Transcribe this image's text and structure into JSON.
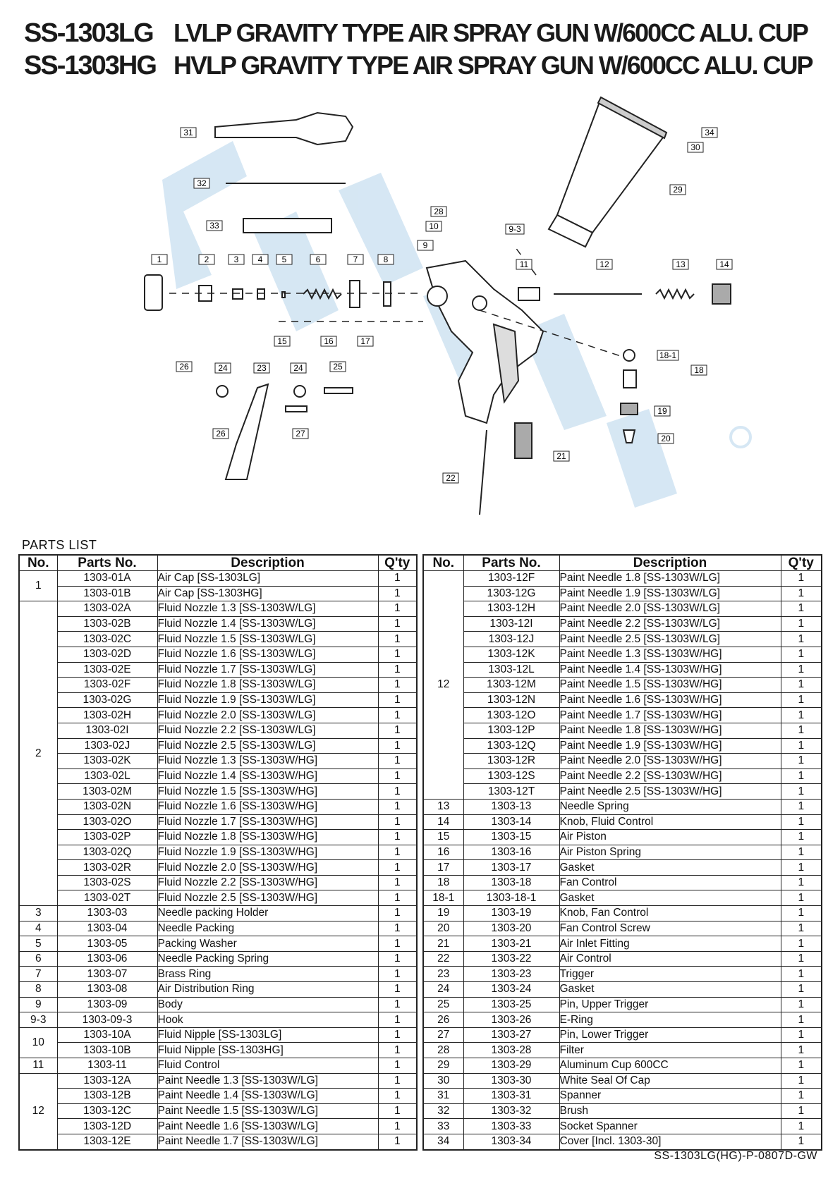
{
  "header": {
    "rows": [
      {
        "model": "SS-1303LG",
        "title": "LVLP GRAVITY TYPE AIR SPRAY GUN W/600CC ALU. CUP"
      },
      {
        "model": "SS-1303HG",
        "title": "HVLP GRAVITY TYPE AIR SPRAY GUN W/600CC ALU. CUP"
      }
    ]
  },
  "diagram": {
    "callouts": [
      "1",
      "2",
      "3",
      "4",
      "5",
      "6",
      "7",
      "8",
      "9",
      "9-3",
      "10",
      "11",
      "12",
      "13",
      "14",
      "15",
      "16",
      "17",
      "18",
      "18-1",
      "19",
      "20",
      "21",
      "22",
      "23",
      "24",
      "24",
      "25",
      "26",
      "26",
      "27",
      "28",
      "29",
      "30",
      "31",
      "32",
      "33",
      "34"
    ],
    "watermark_color": "#cfe3f2"
  },
  "parts_list_label": "PARTS LIST",
  "columns": {
    "no": "No.",
    "parts_no": "Parts No.",
    "description": "Description",
    "qty": "Q'ty"
  },
  "left_rows": [
    {
      "no": "1",
      "span": 2,
      "part": "1303-01A",
      "desc": "Air Cap [SS-1303LG]",
      "qty": "1"
    },
    {
      "part": "1303-01B",
      "desc": "Air Cap [SS-1303HG]",
      "qty": "1"
    },
    {
      "no": "2",
      "span": 20,
      "part": "1303-02A",
      "desc": "Fluid Nozzle 1.3 [SS-1303W/LG]",
      "qty": "1"
    },
    {
      "part": "1303-02B",
      "desc": "Fluid Nozzle 1.4 [SS-1303W/LG]",
      "qty": "1"
    },
    {
      "part": "1303-02C",
      "desc": "Fluid Nozzle 1.5 [SS-1303W/LG]",
      "qty": "1"
    },
    {
      "part": "1303-02D",
      "desc": "Fluid Nozzle 1.6 [SS-1303W/LG]",
      "qty": "1"
    },
    {
      "part": "1303-02E",
      "desc": "Fluid Nozzle 1.7 [SS-1303W/LG]",
      "qty": "1"
    },
    {
      "part": "1303-02F",
      "desc": "Fluid Nozzle 1.8 [SS-1303W/LG]",
      "qty": "1"
    },
    {
      "part": "1303-02G",
      "desc": "Fluid Nozzle 1.9 [SS-1303W/LG]",
      "qty": "1"
    },
    {
      "part": "1303-02H",
      "desc": "Fluid Nozzle 2.0 [SS-1303W/LG]",
      "qty": "1"
    },
    {
      "part": "1303-02I",
      "desc": "Fluid Nozzle 2.2 [SS-1303W/LG]",
      "qty": "1"
    },
    {
      "part": "1303-02J",
      "desc": "Fluid Nozzle 2.5 [SS-1303W/LG]",
      "qty": "1"
    },
    {
      "part": "1303-02K",
      "desc": "Fluid Nozzle 1.3 [SS-1303W/HG]",
      "qty": "1"
    },
    {
      "part": "1303-02L",
      "desc": "Fluid Nozzle 1.4 [SS-1303W/HG]",
      "qty": "1"
    },
    {
      "part": "1303-02M",
      "desc": "Fluid Nozzle 1.5 [SS-1303W/HG]",
      "qty": "1"
    },
    {
      "part": "1303-02N",
      "desc": "Fluid Nozzle 1.6 [SS-1303W/HG]",
      "qty": "1"
    },
    {
      "part": "1303-02O",
      "desc": "Fluid Nozzle 1.7 [SS-1303W/HG]",
      "qty": "1"
    },
    {
      "part": "1303-02P",
      "desc": "Fluid Nozzle 1.8 [SS-1303W/HG]",
      "qty": "1"
    },
    {
      "part": "1303-02Q",
      "desc": "Fluid Nozzle 1.9 [SS-1303W/HG]",
      "qty": "1"
    },
    {
      "part": "1303-02R",
      "desc": "Fluid Nozzle 2.0 [SS-1303W/HG]",
      "qty": "1"
    },
    {
      "part": "1303-02S",
      "desc": "Fluid Nozzle 2.2 [SS-1303W/HG]",
      "qty": "1"
    },
    {
      "part": "1303-02T",
      "desc": "Fluid Nozzle 2.5 [SS-1303W/HG]",
      "qty": "1"
    },
    {
      "no": "3",
      "span": 1,
      "part": "1303-03",
      "desc": "Needle packing Holder",
      "qty": "1"
    },
    {
      "no": "4",
      "span": 1,
      "part": "1303-04",
      "desc": "Needle Packing",
      "qty": "1"
    },
    {
      "no": "5",
      "span": 1,
      "part": "1303-05",
      "desc": "Packing Washer",
      "qty": "1"
    },
    {
      "no": "6",
      "span": 1,
      "part": "1303-06",
      "desc": "Needle Packing Spring",
      "qty": "1"
    },
    {
      "no": "7",
      "span": 1,
      "part": "1303-07",
      "desc": "Brass Ring",
      "qty": "1"
    },
    {
      "no": "8",
      "span": 1,
      "part": "1303-08",
      "desc": "Air Distribution Ring",
      "qty": "1"
    },
    {
      "no": "9",
      "span": 1,
      "part": "1303-09",
      "desc": "Body",
      "qty": "1"
    },
    {
      "no": "9-3",
      "span": 1,
      "part": "1303-09-3",
      "desc": "Hook",
      "qty": "1"
    },
    {
      "no": "10",
      "span": 2,
      "part": "1303-10A",
      "desc": "Fluid Nipple [SS-1303LG]",
      "qty": "1"
    },
    {
      "part": "1303-10B",
      "desc": "Fluid Nipple [SS-1303HG]",
      "qty": "1"
    },
    {
      "no": "11",
      "span": 1,
      "part": "1303-11",
      "desc": "Fluid Control",
      "qty": "1"
    },
    {
      "no": "12",
      "span": 5,
      "part": "1303-12A",
      "desc": "Paint Needle 1.3 [SS-1303W/LG]",
      "qty": "1"
    },
    {
      "part": "1303-12B",
      "desc": "Paint Needle 1.4 [SS-1303W/LG]",
      "qty": "1"
    },
    {
      "part": "1303-12C",
      "desc": "Paint Needle 1.5 [SS-1303W/LG]",
      "qty": "1"
    },
    {
      "part": "1303-12D",
      "desc": "Paint Needle 1.6 [SS-1303W/LG]",
      "qty": "1"
    },
    {
      "part": "1303-12E",
      "desc": "Paint Needle 1.7 [SS-1303W/LG]",
      "qty": "1"
    }
  ],
  "right_rows": [
    {
      "no": "12",
      "span": 15,
      "part": "1303-12F",
      "desc": "Paint Needle 1.8 [SS-1303W/LG]",
      "qty": "1"
    },
    {
      "part": "1303-12G",
      "desc": "Paint Needle 1.9 [SS-1303W/LG]",
      "qty": "1"
    },
    {
      "part": "1303-12H",
      "desc": "Paint Needle 2.0 [SS-1303W/LG]",
      "qty": "1"
    },
    {
      "part": "1303-12I",
      "desc": "Paint Needle 2.2 [SS-1303W/LG]",
      "qty": "1"
    },
    {
      "part": "1303-12J",
      "desc": "Paint Needle 2.5 [SS-1303W/LG]",
      "qty": "1"
    },
    {
      "part": "1303-12K",
      "desc": "Paint Needle 1.3 [SS-1303W/HG]",
      "qty": "1"
    },
    {
      "part": "1303-12L",
      "desc": "Paint Needle 1.4 [SS-1303W/HG]",
      "qty": "1"
    },
    {
      "part": "1303-12M",
      "desc": "Paint Needle 1.5 [SS-1303W/HG]",
      "qty": "1"
    },
    {
      "part": "1303-12N",
      "desc": "Paint Needle 1.6 [SS-1303W/HG]",
      "qty": "1"
    },
    {
      "part": "1303-12O",
      "desc": "Paint Needle 1.7 [SS-1303W/HG]",
      "qty": "1"
    },
    {
      "part": "1303-12P",
      "desc": "Paint Needle 1.8 [SS-1303W/HG]",
      "qty": "1"
    },
    {
      "part": "1303-12Q",
      "desc": "Paint Needle 1.9 [SS-1303W/HG]",
      "qty": "1"
    },
    {
      "part": "1303-12R",
      "desc": "Paint Needle 2.0 [SS-1303W/HG]",
      "qty": "1"
    },
    {
      "part": "1303-12S",
      "desc": "Paint Needle 2.2 [SS-1303W/HG]",
      "qty": "1"
    },
    {
      "part": "1303-12T",
      "desc": "Paint Needle 2.5 [SS-1303W/HG]",
      "qty": "1"
    },
    {
      "no": "13",
      "span": 1,
      "part": "1303-13",
      "desc": "Needle Spring",
      "qty": "1"
    },
    {
      "no": "14",
      "span": 1,
      "part": "1303-14",
      "desc": "Knob, Fluid Control",
      "qty": "1"
    },
    {
      "no": "15",
      "span": 1,
      "part": "1303-15",
      "desc": "Air Piston",
      "qty": "1"
    },
    {
      "no": "16",
      "span": 1,
      "part": "1303-16",
      "desc": "Air Piston Spring",
      "qty": "1"
    },
    {
      "no": "17",
      "span": 1,
      "part": "1303-17",
      "desc": "Gasket",
      "qty": "1"
    },
    {
      "no": "18",
      "span": 1,
      "part": "1303-18",
      "desc": "Fan Control",
      "qty": "1"
    },
    {
      "no": "18-1",
      "span": 1,
      "part": "1303-18-1",
      "desc": "Gasket",
      "qty": "1"
    },
    {
      "no": "19",
      "span": 1,
      "part": "1303-19",
      "desc": "Knob, Fan Control",
      "qty": "1"
    },
    {
      "no": "20",
      "span": 1,
      "part": "1303-20",
      "desc": "Fan Control Screw",
      "qty": "1"
    },
    {
      "no": "21",
      "span": 1,
      "part": "1303-21",
      "desc": "Air Inlet Fitting",
      "qty": "1"
    },
    {
      "no": "22",
      "span": 1,
      "part": "1303-22",
      "desc": "Air Control",
      "qty": "1"
    },
    {
      "no": "23",
      "span": 1,
      "part": "1303-23",
      "desc": "Trigger",
      "qty": "1"
    },
    {
      "no": "24",
      "span": 1,
      "part": "1303-24",
      "desc": "Gasket",
      "qty": "1"
    },
    {
      "no": "25",
      "span": 1,
      "part": "1303-25",
      "desc": "Pin, Upper Trigger",
      "qty": "1"
    },
    {
      "no": "26",
      "span": 1,
      "part": "1303-26",
      "desc": "E-Ring",
      "qty": "1"
    },
    {
      "no": "27",
      "span": 1,
      "part": "1303-27",
      "desc": "Pin, Lower Trigger",
      "qty": "1"
    },
    {
      "no": "28",
      "span": 1,
      "part": "1303-28",
      "desc": "Filter",
      "qty": "1"
    },
    {
      "no": "29",
      "span": 1,
      "part": "1303-29",
      "desc": "Aluminum Cup 600CC",
      "qty": "1"
    },
    {
      "no": "30",
      "span": 1,
      "part": "1303-30",
      "desc": "White Seal Of Cap",
      "qty": "1"
    },
    {
      "no": "31",
      "span": 1,
      "part": "1303-31",
      "desc": "Spanner",
      "qty": "1"
    },
    {
      "no": "32",
      "span": 1,
      "part": "1303-32",
      "desc": "Brush",
      "qty": "1"
    },
    {
      "no": "33",
      "span": 1,
      "part": "1303-33",
      "desc": "Socket Spanner",
      "qty": "1"
    },
    {
      "no": "34",
      "span": 1,
      "part": "1303-34",
      "desc": "Cover [Incl. 1303-30]",
      "qty": "1"
    }
  ],
  "footer_code": "SS-1303LG(HG)-P-0807D-GW"
}
